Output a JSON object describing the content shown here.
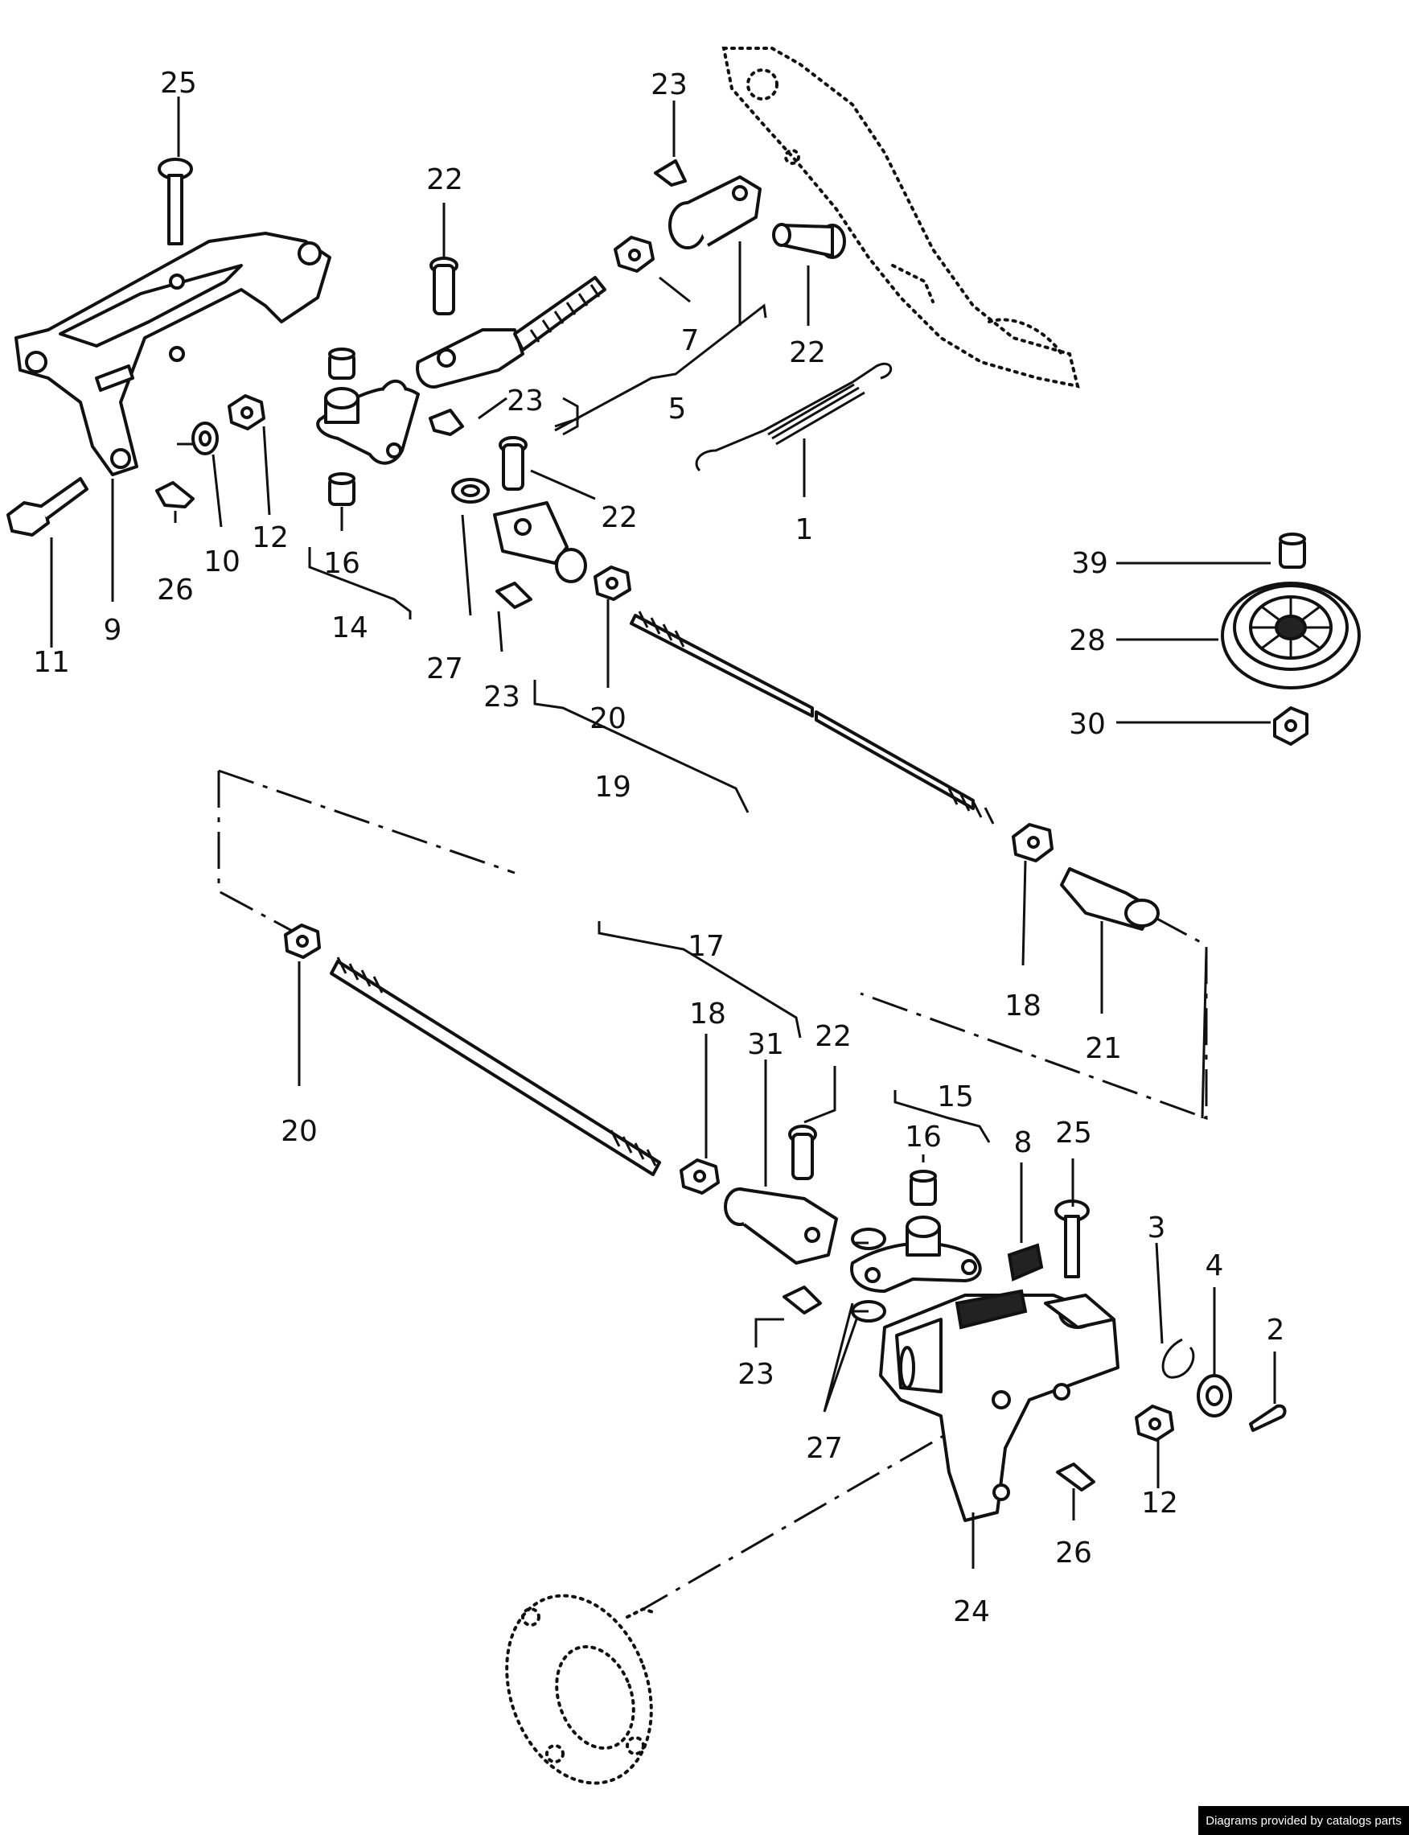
{
  "labels": {
    "p1": "1",
    "p2": "2",
    "p3": "3",
    "p4": "4",
    "p5": "5",
    "p7": "7",
    "p8": "8",
    "p9": "9",
    "p10": "10",
    "p11": "11",
    "p12a": "12",
    "p12b": "12",
    "p14": "14",
    "p15": "15",
    "p16a": "16",
    "p16b": "16",
    "p17": "17",
    "p18a": "18",
    "p18b": "18",
    "p19": "19",
    "p20a": "20",
    "p20b": "20",
    "p21": "21",
    "p22a": "22",
    "p22b": "22",
    "p22c": "22",
    "p22d": "22",
    "p23a": "23",
    "p23b": "23",
    "p23c": "23",
    "p23d": "23",
    "p24": "24",
    "p25a": "25",
    "p25b": "25",
    "p26a": "26",
    "p26b": "26",
    "p27a": "27",
    "p27b": "27",
    "p28": "28",
    "p30": "30",
    "p31": "31",
    "p39": "39"
  },
  "footer": {
    "credit": "Diagrams provided by catalogs parts"
  }
}
